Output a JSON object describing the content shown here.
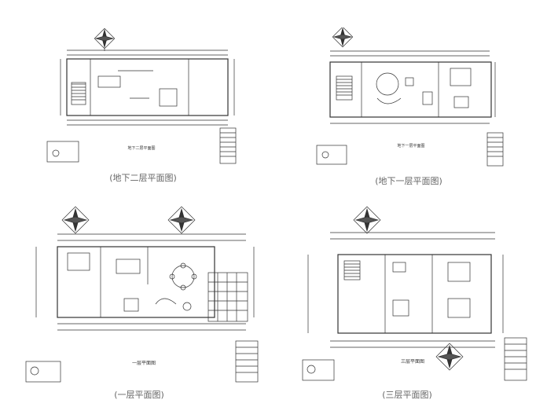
{
  "captions": {
    "basement2": "(地下二层平面图)",
    "basement1": "(地下一层平面图)",
    "floor1": "(一层平面图)",
    "floor3": "(三层平面图)"
  },
  "sheet_titles": {
    "basement2": "地下二层平面图",
    "basement1": "地下一层平面图",
    "floor1": "一层平面图",
    "floor3": "三层平面图"
  },
  "colors": {
    "line": "#333333",
    "light": "#888888",
    "caption": "#666666"
  },
  "icons": [
    "north-arrow-icon"
  ]
}
